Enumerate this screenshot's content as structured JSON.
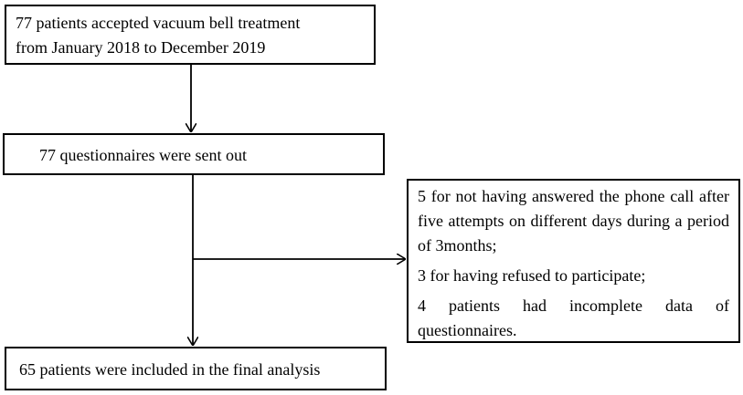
{
  "flowchart": {
    "start": {
      "line1": "77 patients accepted vacuum bell treatment",
      "line2": "from January 2018 to December 2019"
    },
    "questionnaires": "77 questionnaires were sent out",
    "exclusions": {
      "reason1": "5 for not having answered the phone call after five attempts on different days during a period of 3months;",
      "reason2": "3 for having refused to participate;",
      "reason3": "4 patients had incomplete data of questionnaires."
    },
    "final": "65 patients were included in the final analysis"
  }
}
